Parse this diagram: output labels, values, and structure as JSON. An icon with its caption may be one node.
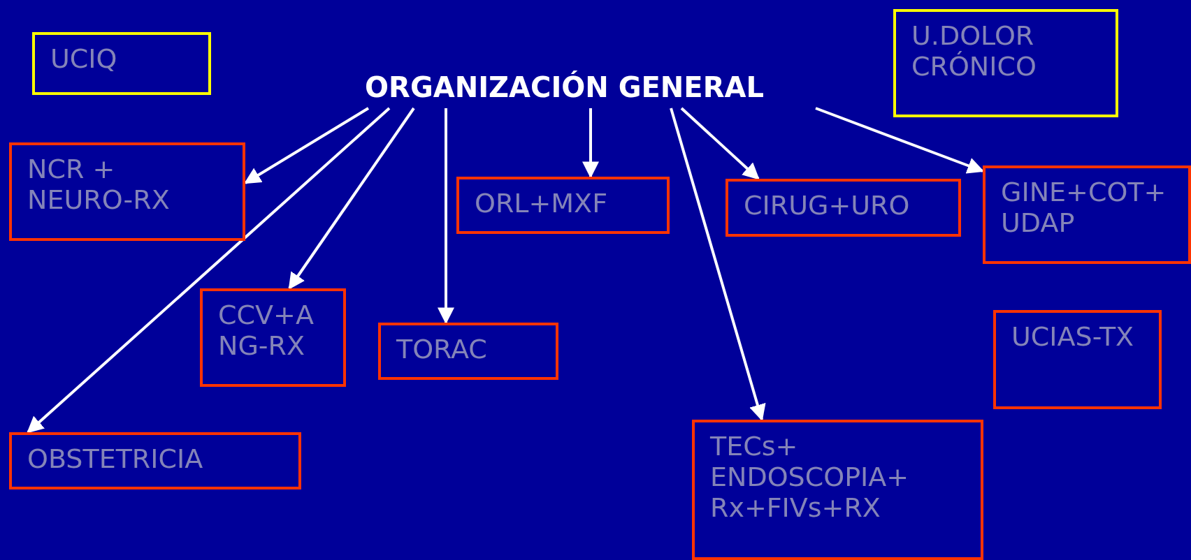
{
  "diagram": {
    "nodes": [
      {
        "text": [
          "UCIQ"
        ]
      },
      {
        "text": [
          "ORGANIZACIÓN GENERAL"
        ]
      },
      {
        "text": [
          "U.DOLOR CRÓNICO"
        ]
      },
      {
        "text": [
          "NCR + NEURO-RX"
        ]
      },
      {
        "text": [
          "ORL+MXF"
        ]
      },
      {
        "text": [
          "CIRUG+URO"
        ]
      },
      {
        "text": [
          "GINE+COT+ UDAP"
        ]
      },
      {
        "text": [
          "CCV+A NG-RX"
        ]
      },
      {
        "text": [
          "TORAC"
        ]
      },
      {
        "text": [
          "UCIAS-TX"
        ]
      },
      {
        "text": [
          "OBSTETRICIA"
        ]
      },
      {
        "text": [
          "TECs+ ENDOSCOPIA+ Rx+FIVs+RX"
        ]
      }
    ],
    "edges": [
      {
        "from": 1,
        "to": 3,
        "arrow": "to"
      },
      {
        "from": 1,
        "to": 7,
        "arrow": "to"
      },
      {
        "from": 1,
        "to": 10,
        "arrow": "to"
      },
      {
        "from": 1,
        "to": 8,
        "arrow": "to"
      },
      {
        "from": 1,
        "to": 4,
        "arrow": "to"
      },
      {
        "from": 1,
        "to": 5,
        "arrow": "to"
      },
      {
        "from": 1,
        "to": 11,
        "arrow": "to"
      },
      {
        "from": 1,
        "to": 6,
        "arrow": "to"
      }
    ]
  }
}
